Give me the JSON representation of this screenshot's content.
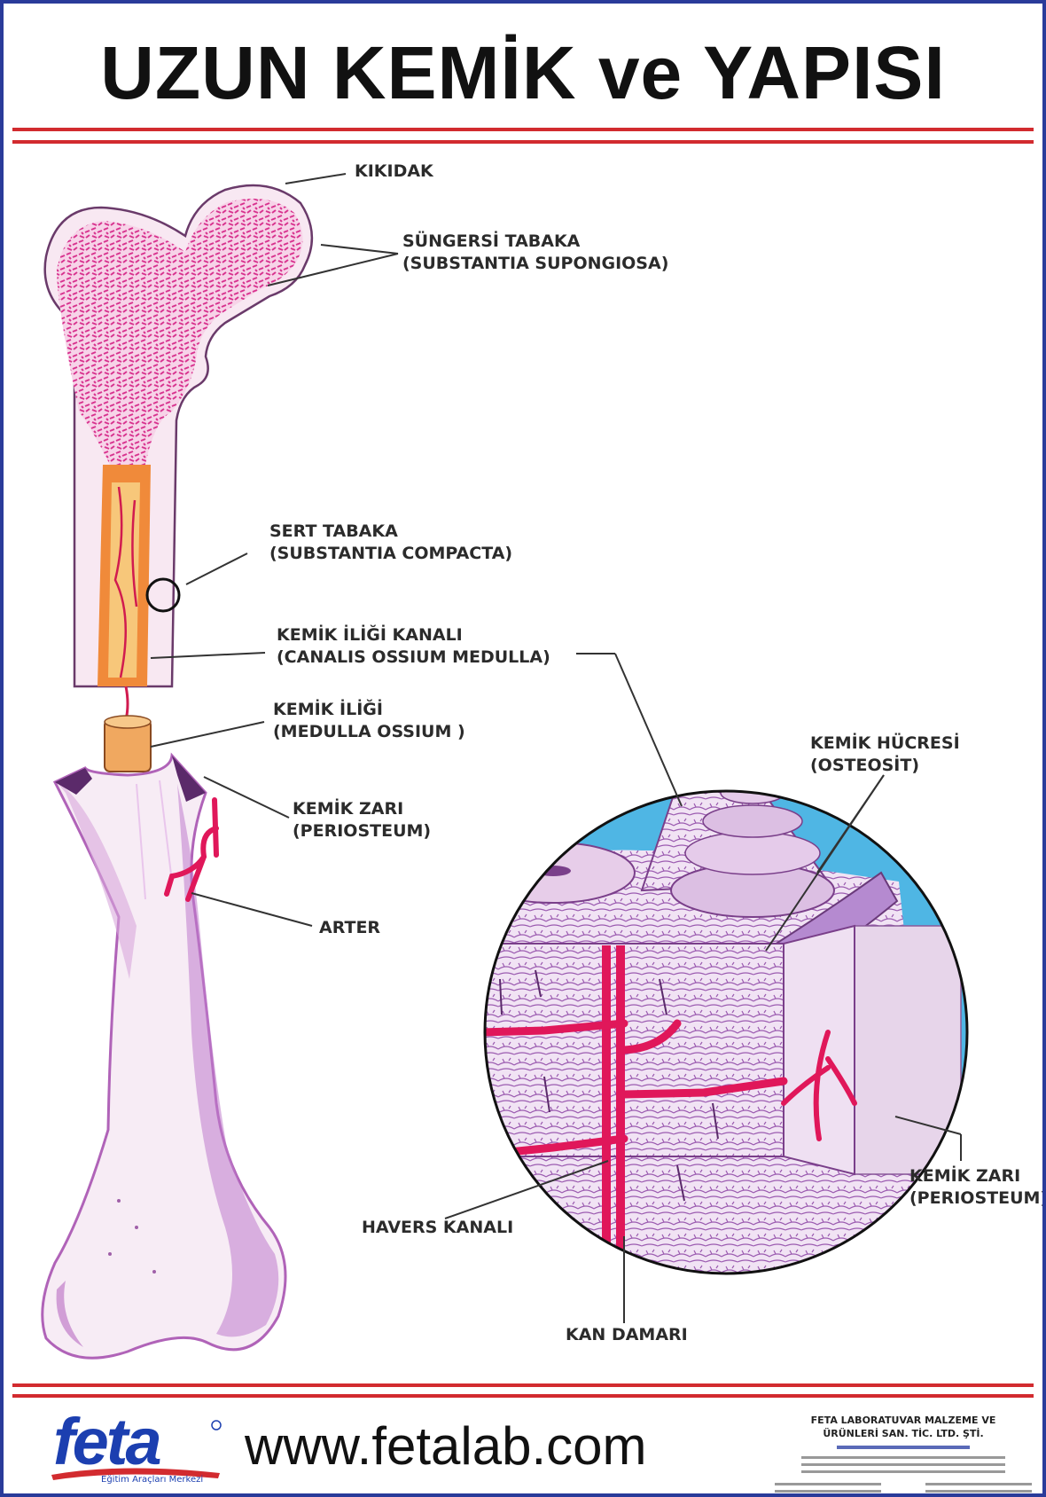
{
  "title": "UZUN KEMİK ve YAPISI",
  "colors": {
    "frame": "#2a3b9a",
    "rule": "#d22b2f",
    "spongy": "#d8338f",
    "marrow": "#e8772f",
    "artery": "#e0175a",
    "periosteum": "#a24bc6",
    "background_blue": "#4fb6e4",
    "logo_blue": "#1c3fb0"
  },
  "labels": {
    "kikidak": "KIKIDAK",
    "sungersi": [
      "SÜNGERSİ TABAKA",
      "(SUBSTANTIA SUPONGIOSA)"
    ],
    "sert": [
      "SERT TABAKA",
      "(SUBSTANTIA COMPACTA)"
    ],
    "kanal": [
      "KEMİK İLİĞİ KANALI",
      "(CANALIS OSSIUM MEDULLA)"
    ],
    "ilik": [
      "KEMİK İLİĞİ",
      "(MEDULLA OSSIUM )"
    ],
    "zar_left": [
      "KEMİK ZARI",
      "(PERIOSTEUM)"
    ],
    "arter": "ARTER",
    "hucre": [
      "KEMİK HÜCRESİ",
      "(OSTEOSİT)"
    ],
    "zar_right": [
      "KEMİK ZARI",
      "(PERIOSTEUM)"
    ],
    "havers": "HAVERS KANALI",
    "kan": "KAN DAMARI"
  },
  "footer": {
    "logo": "feta",
    "logo_tagline": "Eğitim Araçları Merkezi",
    "url": "www.fetalab.com",
    "company": [
      "FETA LABORATUVAR MALZEME VE",
      "ÜRÜNLERİ SAN. TİC. LTD. ŞTİ."
    ]
  }
}
